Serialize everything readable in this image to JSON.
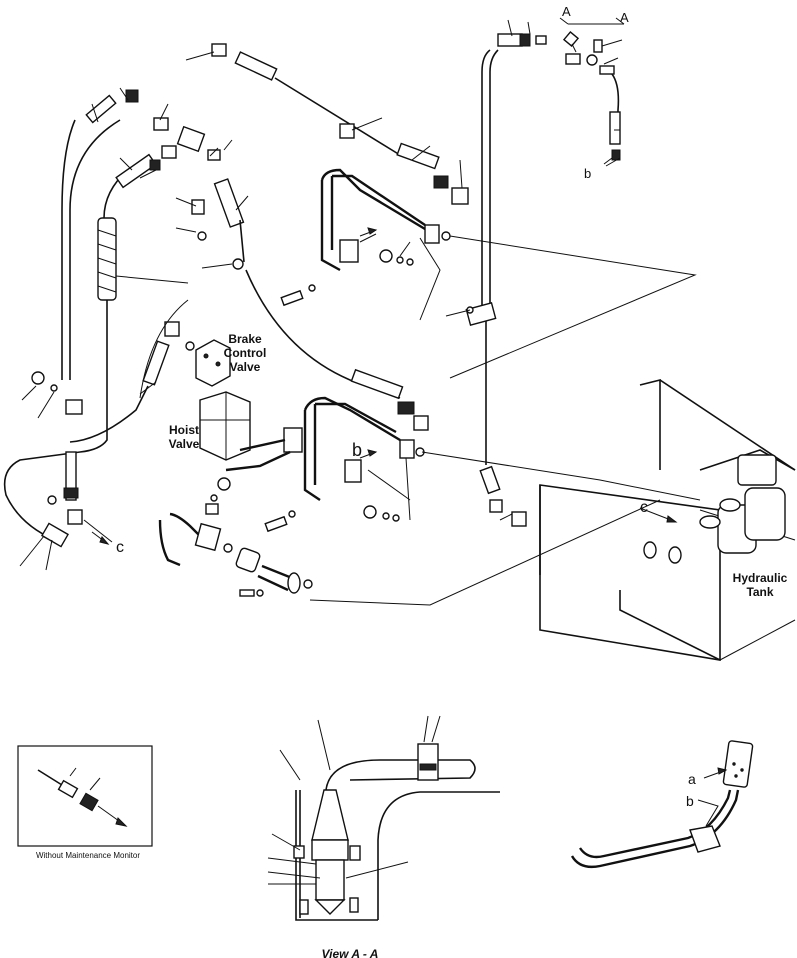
{
  "labels": {
    "brake_control_valve": [
      "Brake",
      "Control",
      "Valve"
    ],
    "hoist_valve": [
      "Hoist",
      "Valve"
    ],
    "hydraulic_tank": [
      "Hydraulic",
      "Tank"
    ],
    "inset_caption": "Without Maintenance Monitor",
    "view_caption": "View A - A"
  },
  "callouts": {
    "A_left": "A",
    "A_right": "A",
    "b_top": "b",
    "b_mid": "b",
    "c_left": "c",
    "c_right": "c",
    "a_detail": "a",
    "b_detail": "b"
  }
}
